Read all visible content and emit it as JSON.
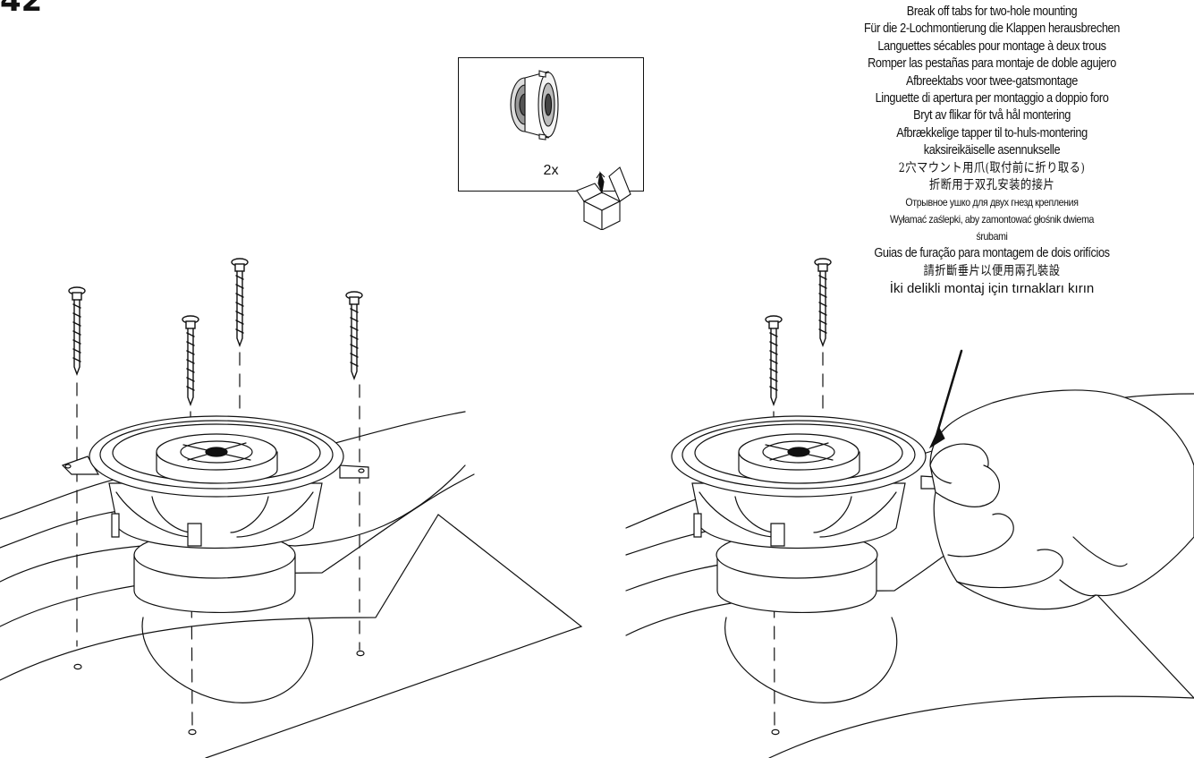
{
  "page": {
    "number": "42"
  },
  "inset": {
    "quantity": "2x",
    "icons": [
      "speaker-icon",
      "box-icon"
    ]
  },
  "captions": [
    "Break off tabs for two-hole mounting",
    "Für die 2-Lochmontierung die Klappen herausbrechen",
    "Languettes sécables pour montage à deux trous",
    "Romper las pestañas para montaje de doble agujero",
    "Afbreektabs voor twee-gatsmontage",
    "Linguette di apertura per montaggio a doppio foro",
    "Bryt av flikar för två hål montering",
    "Afbrækkelige tapper til to-huls-montering",
    "kaksireikäiselle asennukselle",
    "2穴マウント用爪(取付前に折り取る)",
    "折断用于双孔安装的接片",
    "Отрывное ушко для двух гнезд крепления",
    "Wyłamać zaślepki, aby zamontować głośnik dwiema",
    "śrubami",
    "Guias de furação para montagem de dois orifícios",
    "請折斷垂片以便用兩孔裝設",
    "İki delikli montaj için tırnakları kırın"
  ]
}
